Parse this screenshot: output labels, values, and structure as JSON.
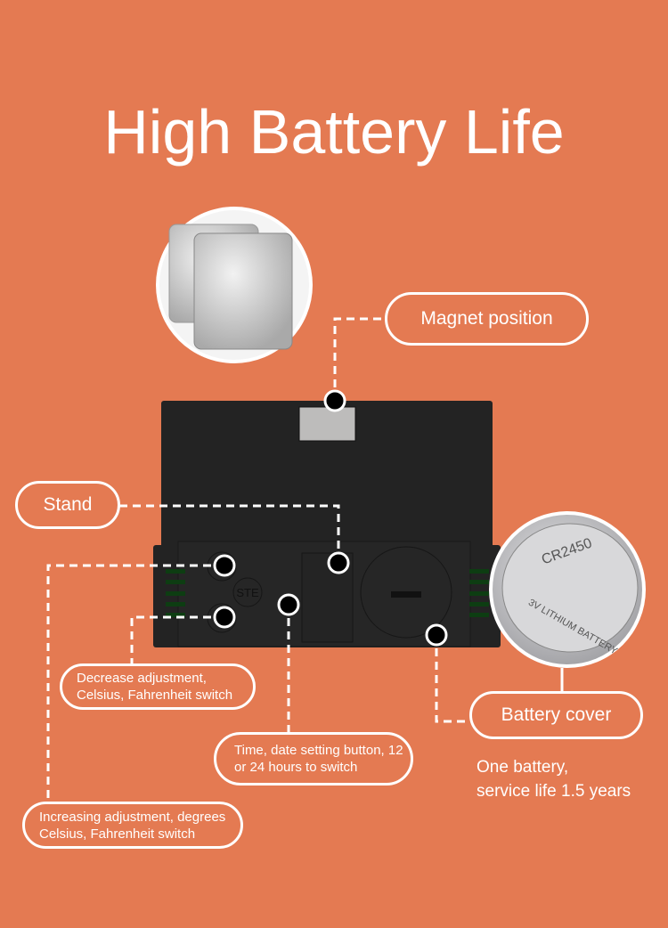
{
  "title": "High Battery Life",
  "labels": {
    "magnet": "Magnet position",
    "stand": "Stand",
    "decrease": "Decrease adjustment, Celsius, Fahrenheit switch",
    "time": "Time, date setting button, 12 or 24 hours to switch",
    "increase": "Increasing adjustment, degrees Celsius, Fahrenheit switch",
    "battery_cover": "Battery cover"
  },
  "battery_note": [
    "One battery,",
    "service life 1.5 years"
  ],
  "device": {
    "button_label": "STE"
  },
  "battery": {
    "model": "CR2450",
    "text": "3V LITHIUM BATTERY"
  },
  "colors": {
    "background": "#E47A52",
    "device": "#232323"
  }
}
